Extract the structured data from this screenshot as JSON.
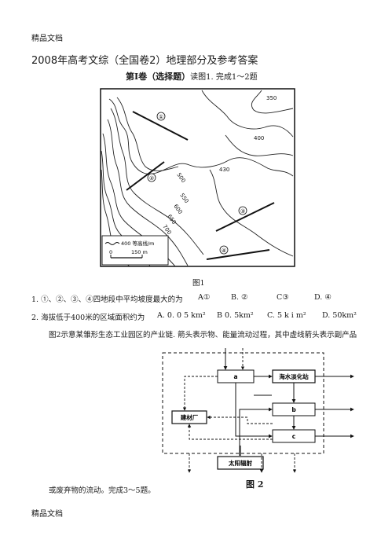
{
  "header": "精品文档",
  "footer": "精品文档",
  "title": "2008年高考文综（全国卷2）地理部分及参考答案",
  "part_heading": "第Ⅰ卷（选择题）",
  "part_intro": "读图1. 完成1～2题",
  "figure1": {
    "caption": "图1",
    "contour_labels": [
      "350",
      "400",
      "430",
      "500",
      "550",
      "600",
      "650",
      "700"
    ],
    "markers": [
      "①",
      "②",
      "③",
      "④"
    ],
    "legend_text": "400 等高线/m",
    "scale_zero": "0",
    "scale_label": "150 m"
  },
  "q1": {
    "stem": "1. ①、②、③、④四地段中平均坡度最大的为",
    "options": [
      "A①",
      "B. ②",
      "C③",
      "D. ④"
    ]
  },
  "q2": {
    "stem": "2. 海拔低于400米的区域面积约为",
    "options": [
      "A. 0. 0 5 km²",
      "B 0. 5km²",
      "C. 5 k i m²",
      "D. 50km²"
    ]
  },
  "q3": {
    "intro_a": "图2示意某雏形生态工业园区的产业链. 箭头表示物、能量流动过程，其中虚线箭头表示副产品",
    "intro_b": "或废弃物的流动。完成3～5题。"
  },
  "figure2": {
    "caption": "图 2",
    "boxes": {
      "a": "a",
      "desal": "海水淡化站",
      "b": "b",
      "c": "c",
      "building": "建材厂",
      "solar": "太阳辐射"
    }
  }
}
